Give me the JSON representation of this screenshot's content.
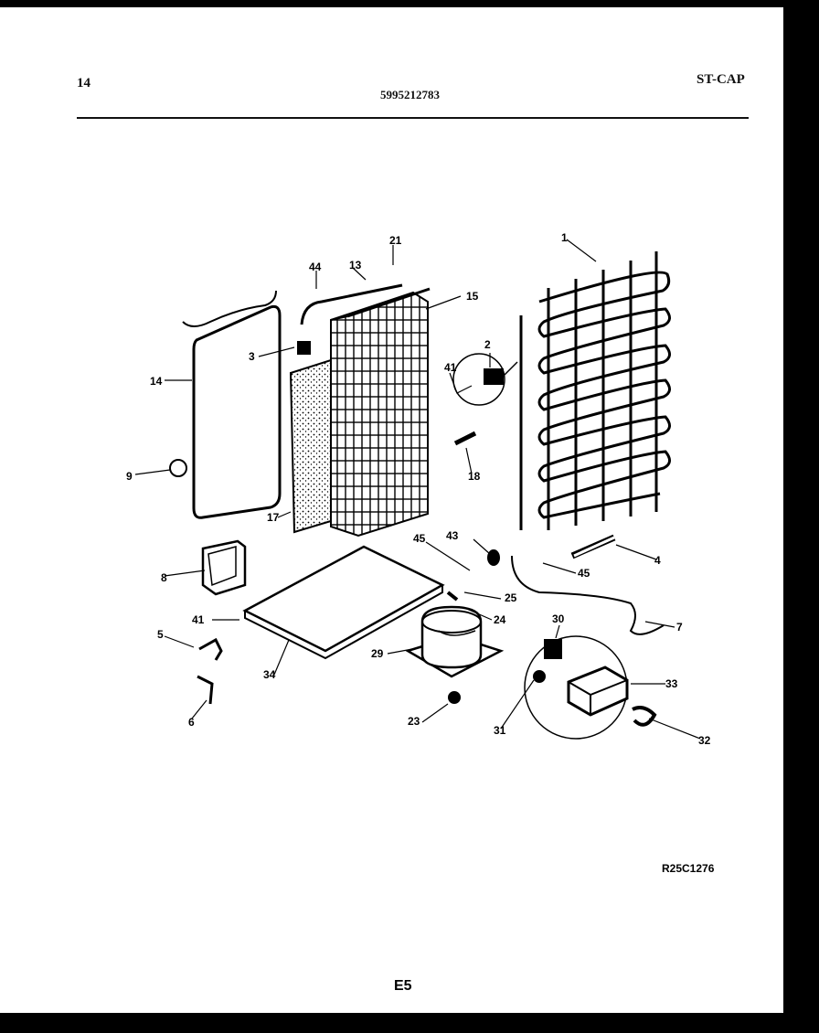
{
  "header": {
    "page_left": "14",
    "part_number": "5995212783",
    "model_code": "ST-CAP"
  },
  "diagram": {
    "callouts": [
      "1",
      "2",
      "3",
      "4",
      "5",
      "6",
      "7",
      "8",
      "9",
      "13",
      "14",
      "15",
      "17",
      "18",
      "21",
      "23",
      "24",
      "25",
      "29",
      "30",
      "31",
      "32",
      "33",
      "34",
      "41",
      "41",
      "43",
      "44",
      "45",
      "45"
    ],
    "drawing_ref": "R25C1276"
  },
  "footer": {
    "page_code": "E5"
  }
}
